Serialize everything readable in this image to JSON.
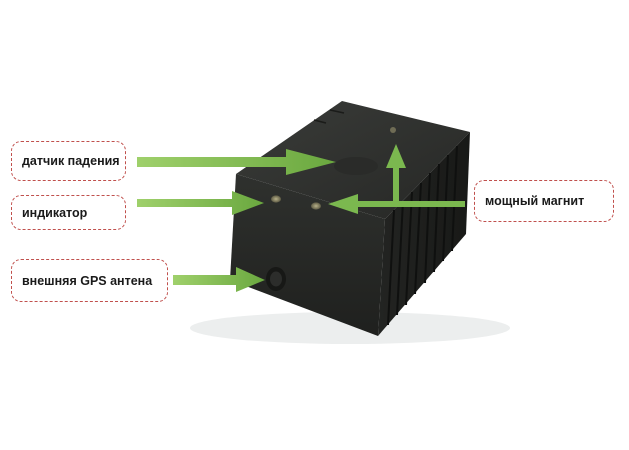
{
  "callouts": {
    "fall_sensor": "датчик падения",
    "indicator": "индикатор",
    "gps_antenna": "внешняя GPS антена",
    "magnet": "мощный магнит"
  },
  "colors": {
    "arrow": "#7bb84f",
    "border": "#c0504d",
    "device": "#2b2d2b"
  },
  "icons": {
    "arrow_shape": "right-arrow"
  }
}
